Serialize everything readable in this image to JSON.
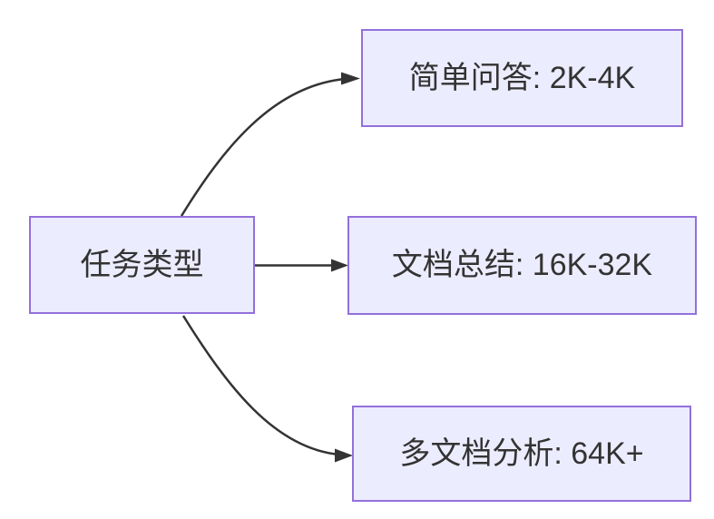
{
  "diagram": {
    "type": "flowchart",
    "direction": "left-to-right",
    "root": {
      "label": "任务类型"
    },
    "branches": [
      {
        "label": "简单问答: 2K-4K"
      },
      {
        "label": "文档总结: 16K-32K"
      },
      {
        "label": "多文档分析: 64K+"
      }
    ],
    "edges": [
      {
        "from": "任务类型",
        "to": "简单问答: 2K-4K"
      },
      {
        "from": "任务类型",
        "to": "文档总结: 16K-32K"
      },
      {
        "from": "任务类型",
        "to": "多文档分析: 64K+"
      }
    ],
    "colors": {
      "node_fill": "#ECECFF",
      "node_border": "#9370DB",
      "edge": "#333333",
      "text": "#333333",
      "background": "#FFFFFF"
    }
  }
}
